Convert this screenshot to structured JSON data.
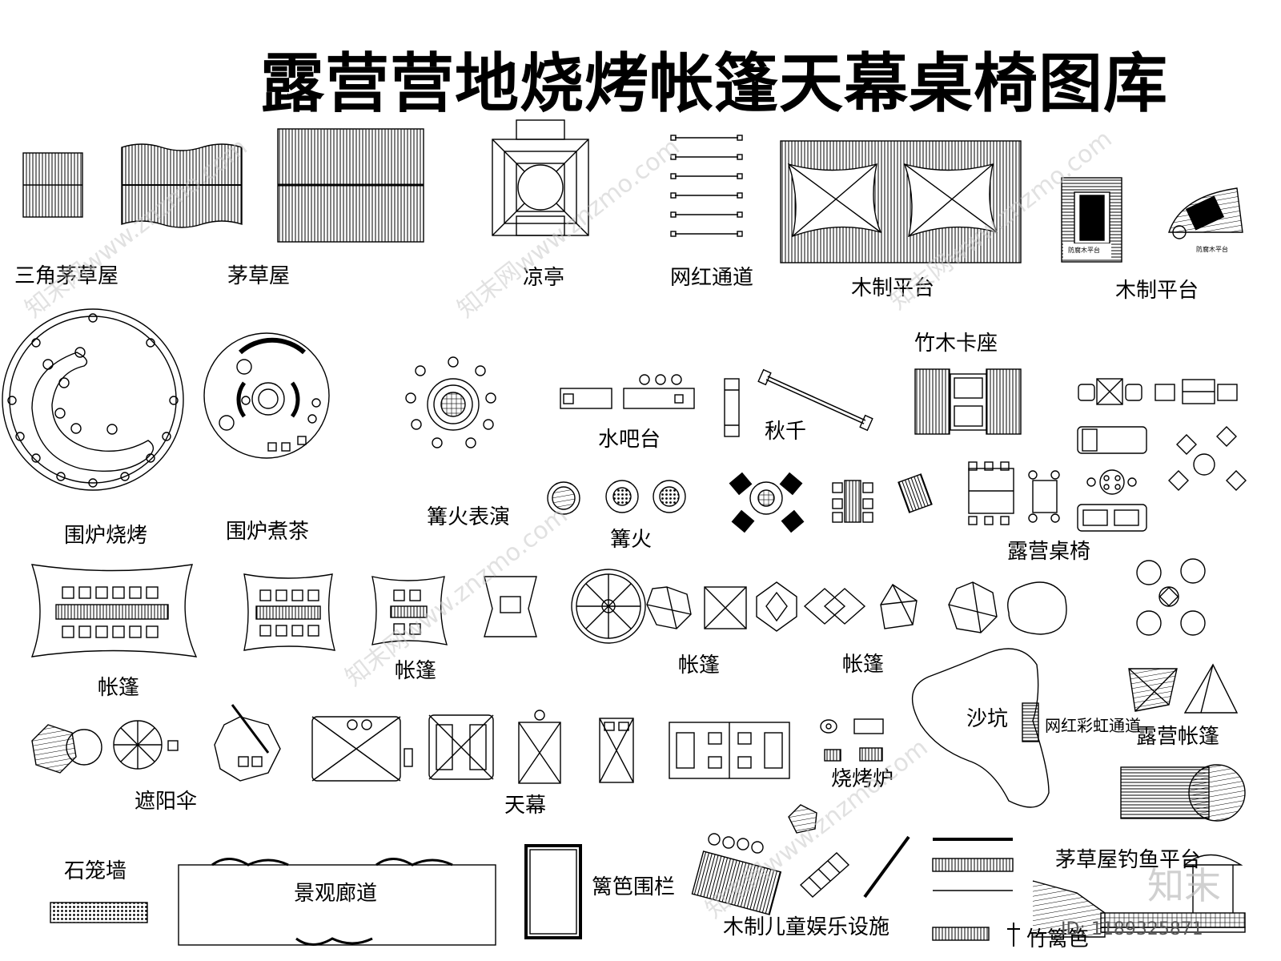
{
  "title": "露营营地烧烤帐篷天幕桌椅图库",
  "labels": {
    "triangle_hut": "三角茅草屋",
    "thatched_hut": "茅草屋",
    "pavilion": "凉亭",
    "influencer_path": "网红通道",
    "wood_platform_1": "木制平台",
    "wood_platform_2": "木制平台",
    "booth": "竹木卡座",
    "bbq_circle": "围炉烧烤",
    "tea_circle": "围炉煮茶",
    "campfire_show": "篝火表演",
    "water_bar": "水吧台",
    "swing": "秋千",
    "campfire": "篝火",
    "camp_table": "露营桌椅",
    "tent_1": "帐篷",
    "tent_2": "帐篷",
    "tent_3": "帐篷",
    "tent_4": "帐篷",
    "sandpit": "沙坑",
    "rainbow_path": "网红彩虹通道",
    "camp_tent": "露营帐篷",
    "umbrella": "遮阳伞",
    "canopy": "天幕",
    "grill": "烧烤炉",
    "gabion": "石笼墙",
    "corridor": "景观廊道",
    "fence": "篱笆围栏",
    "kids_play": "木制儿童娱乐设施",
    "fishing": "茅草屋钓鱼平台",
    "bamboo_fence": "竹篱笆",
    "platform_small_1": "防腐木平台",
    "platform_small_2": "防腐木平台"
  },
  "watermark": {
    "text": "知末网www.znzmo.com",
    "brand": "知末",
    "id": "ID: 1189325871"
  }
}
